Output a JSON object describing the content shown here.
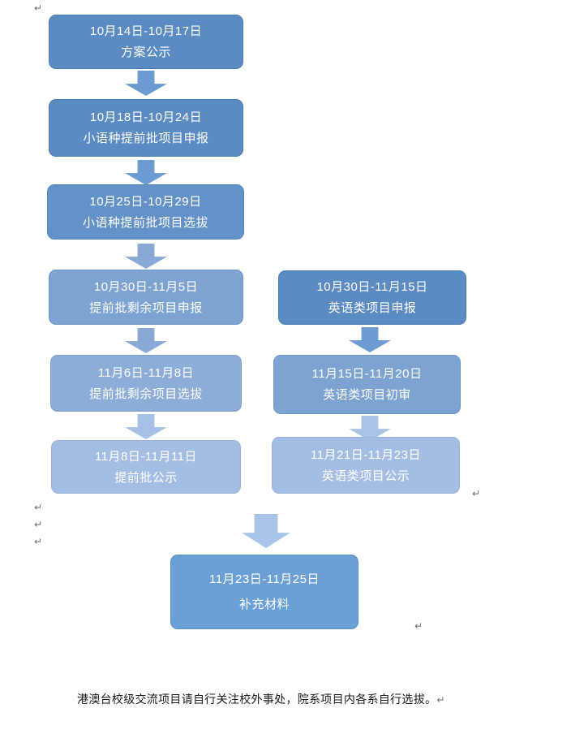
{
  "flow": {
    "left": [
      {
        "date": "10月14日-10月17日",
        "label": "方案公示",
        "fill": "#5a8bc2",
        "border": "#4c7eb5"
      },
      {
        "date": "10月18日-10月24日",
        "label": "小语种提前批项目申报",
        "fill": "#5a8bc2",
        "border": "#4c7eb5"
      },
      {
        "date": "10月25日-10月29日",
        "label": "小语种提前批项目选拔",
        "fill": "#6292c7",
        "border": "#5586bd"
      },
      {
        "date": "10月30日-11月5日",
        "label": "提前批剩余项目申报",
        "fill": "#7ca3d2",
        "border": "#6d97c8"
      },
      {
        "date": "11月6日-11月8日",
        "label": "提前批剩余项目选拔",
        "fill": "#8badd8",
        "border": "#7da2d0"
      },
      {
        "date": "11月8日-11月11日",
        "label": "提前批公示",
        "fill": "#a4bde3",
        "border": "#97b2da"
      }
    ],
    "right": [
      {
        "date": "10月30日-11月15日",
        "label": "英语类项目申报",
        "fill": "#5a8bc2",
        "border": "#4c7eb5"
      },
      {
        "date": "11月15日-11月20日",
        "label": "英语类项目初审",
        "fill": "#7ca3d2",
        "border": "#6d97c8"
      },
      {
        "date": "11月21日-11月23日",
        "label": "英语类项目公示",
        "fill": "#a4bde3",
        "border": "#97b2da"
      }
    ],
    "final": {
      "date": "11月23日-11月25日",
      "label": "补充材料",
      "fill": "#6aa0d6",
      "border": "#5b90c9"
    },
    "left_arrows": [
      "#6b9bd1",
      "#6b9bd1",
      "#86a9d6",
      "#86a9d6",
      "#a6c1e5"
    ],
    "right_arrows": [
      "#6b9bd1",
      "#a9c4e7"
    ],
    "final_arrow": "#a9c4e8"
  },
  "caption": {
    "text": "港澳台校级交流项目请自行关注校外事处，院系项目内各系自行选拔。"
  },
  "marks": {
    "glyph": "↵",
    "color": "#6e6e6e"
  }
}
